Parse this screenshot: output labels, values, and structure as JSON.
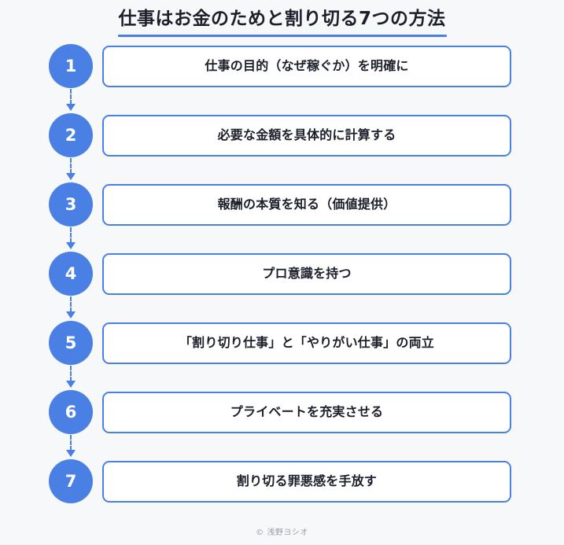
{
  "header": {
    "title": "仕事はお金のためと割り切る7つの方法",
    "underline_color": "#4a80e4"
  },
  "theme": {
    "background": "#f7f8fa",
    "accent": "#4a80e4",
    "box_background": "#ffffff",
    "text_color": "#1b1f2a",
    "footer_text_color": "#9aa0ab"
  },
  "steps": [
    {
      "number": "1",
      "label": "仕事の目的（なぜ稼ぐか）を明確に"
    },
    {
      "number": "2",
      "label": "必要な金額を具体的に計算する"
    },
    {
      "number": "3",
      "label": "報酬の本質を知る（価値提供）"
    },
    {
      "number": "4",
      "label": "プロ意識を持つ"
    },
    {
      "number": "5",
      "label": "「割り切り仕事」と「やりがい仕事」の両立"
    },
    {
      "number": "6",
      "label": "プライベートを充実させる"
    },
    {
      "number": "7",
      "label": "割り切る罪悪感を手放す"
    }
  ],
  "footer": {
    "credit": "© 浅野ヨシオ"
  }
}
